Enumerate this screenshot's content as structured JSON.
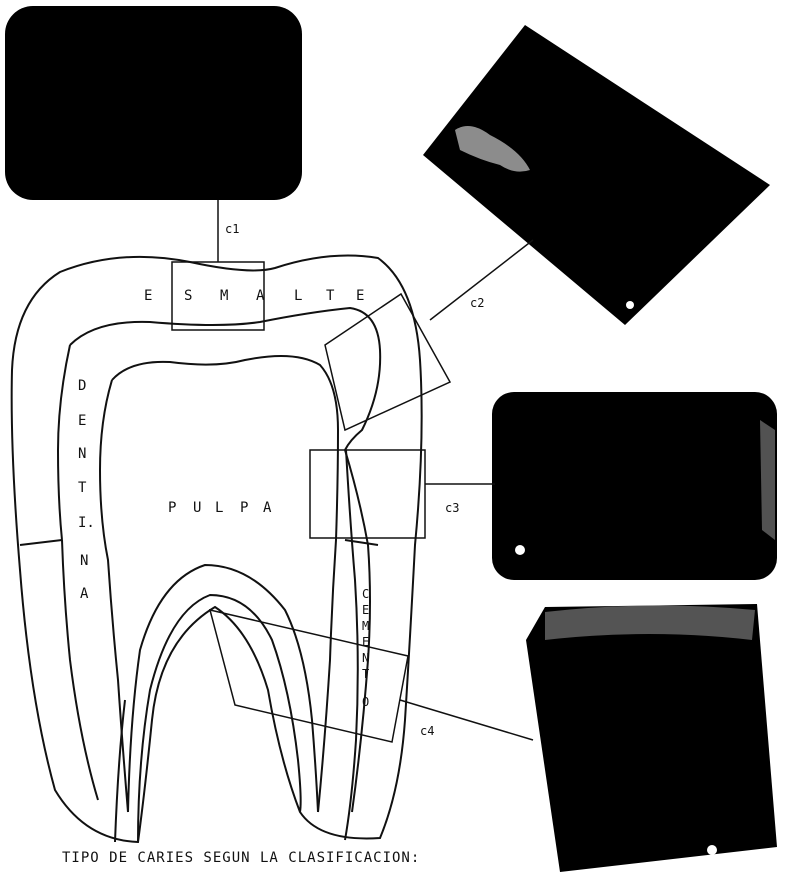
{
  "labels": {
    "esmalte": [
      "E",
      "S",
      "M",
      "A",
      "L",
      "T",
      "E"
    ],
    "dentina": [
      "D",
      "E",
      "N",
      "T",
      "I.",
      "N",
      "A"
    ],
    "pulpa": [
      "P",
      "U",
      "L",
      "P",
      "A"
    ],
    "cemento": [
      "C",
      "E",
      "M",
      "E",
      "N",
      "T",
      "O"
    ]
  },
  "callouts": {
    "c1": "c1",
    "c2": "c2",
    "c3": "c3",
    "c4": "c4"
  },
  "caption": "TIPO DE CARIES SEGUN LA CLASIFICACION:",
  "colors": {
    "ink": "#111111",
    "photo": "#000000",
    "paper": "#ffffff"
  }
}
